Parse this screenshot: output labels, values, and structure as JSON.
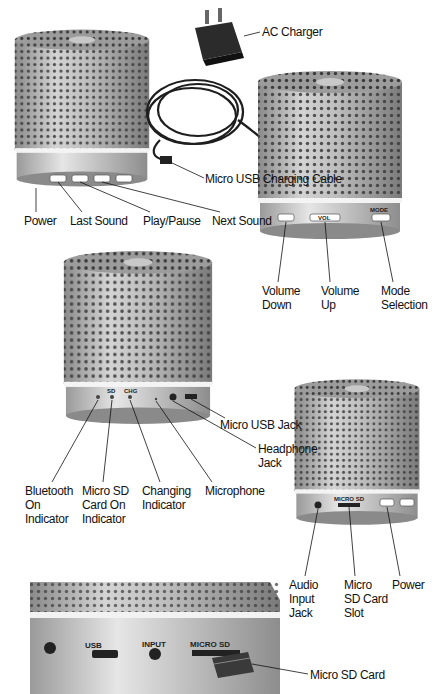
{
  "diagram": {
    "labels": [
      "AC Charger",
      "Micro USB Charging Cable",
      "Power",
      "Last Sound",
      "Play/Pause",
      "Next Sound",
      "Volume Down",
      "Volume Up",
      "Mode Selection",
      "Micro USB Jack",
      "Headphone Jack",
      "Bluetooth On Indicator",
      "Micro SD Card On Indicator",
      "Changing Indicator",
      "Microphone",
      "Audio Input Jack",
      "Micro SD Card Slot",
      "Power",
      "Micro SD Card",
      "VOL",
      "MODE",
      "SD",
      "CHG",
      "MICRO SD",
      "USB",
      "INPUT",
      "MICRO SD"
    ]
  }
}
